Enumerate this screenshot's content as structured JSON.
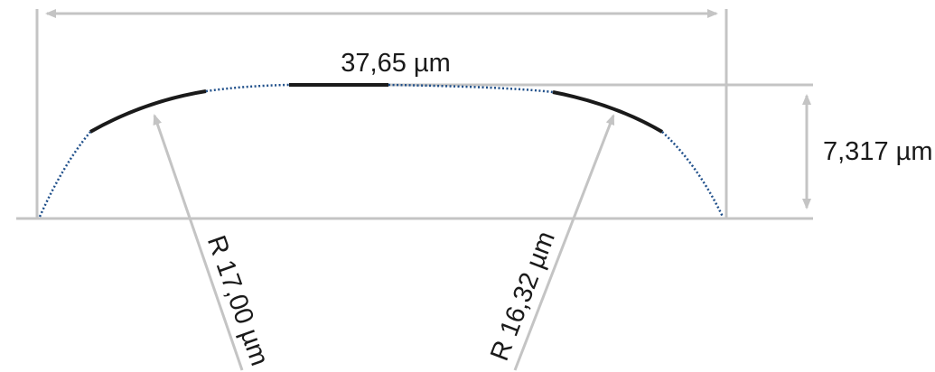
{
  "dimensions": {
    "width_label": "37,65 µm",
    "height_label": "7,317 µm",
    "radius_left_label": "R 17,00 µm",
    "radius_right_label": "R 16,32 µm"
  },
  "colors": {
    "guide_lines": "#c4c4c4",
    "solid_profile": "#1a1a1a",
    "dotted_profile": "#1f4f8a",
    "text": "#1a1a1a"
  }
}
